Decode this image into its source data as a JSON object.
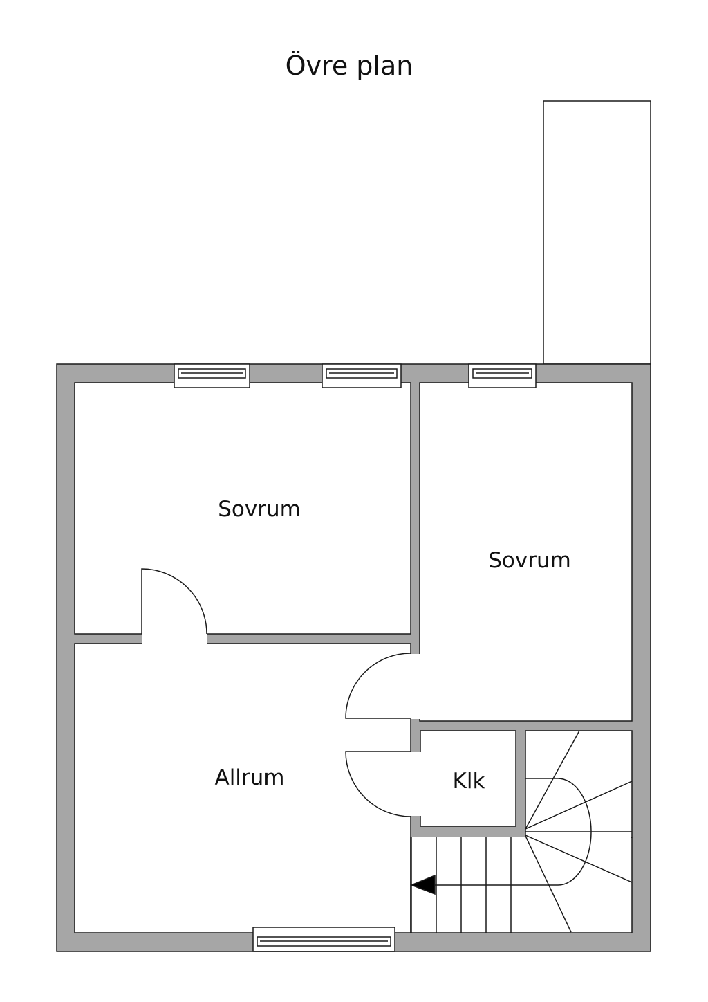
{
  "title": "Övre plan",
  "rooms": {
    "bedroom_left": "Sovrum",
    "bedroom_right": "Sovrum",
    "living": "Allrum",
    "closet": "Klk"
  },
  "colors": {
    "wall": "#a6a6a6",
    "line": "#1a1a1a"
  }
}
